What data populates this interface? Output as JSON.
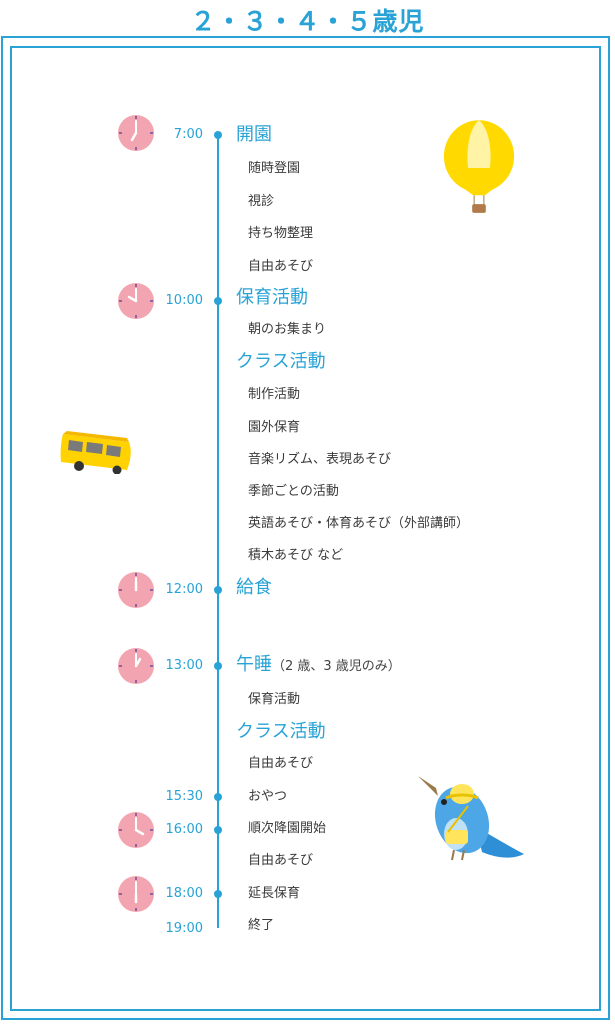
{
  "title": "２・３・４・５歳児",
  "colors": {
    "accent": "#29a3d6",
    "timeline": "#29a3d6",
    "clock_face": "#f2a5b0",
    "clock_hand": "#ffffff",
    "clock_tick": "#6b4fa0",
    "text": "#333333"
  },
  "schedule": {
    "times": {
      "t0700": "7:00",
      "t1000": "10:00",
      "t1200": "12:00",
      "t1300": "13:00",
      "t1530": "15:30",
      "t1600": "16:00",
      "t1800": "18:00",
      "t1900": "19:00"
    },
    "headings": {
      "opening": "開園",
      "childcare": "保育活動",
      "class1": "クラス活動",
      "lunch": "給食",
      "nap": "午睡",
      "nap_note": "（2 歳、3 歳児のみ）",
      "class2": "クラス活動"
    },
    "items": {
      "i1": "随時登園",
      "i2": "視診",
      "i3": "持ち物整理",
      "i4": "自由あそび",
      "i5": "朝のお集まり",
      "i6": "制作活動",
      "i7": "園外保育",
      "i8": "音楽リズム、表現あそび",
      "i9": "季節ごとの活動",
      "i10": "英語あそび・体育あそび（外部講師）",
      "i11": "積木あそび など",
      "i12": "保育活動",
      "i13": "自由あそび",
      "i14": "おやつ",
      "i15": "順次降園開始",
      "i16": "自由あそび",
      "i17": "延長保育",
      "i18": "終了"
    }
  },
  "icons": {
    "clock": "clock-icon",
    "balloon": "hot-air-balloon-icon",
    "bus": "bus-icon",
    "bird": "bird-icon"
  }
}
